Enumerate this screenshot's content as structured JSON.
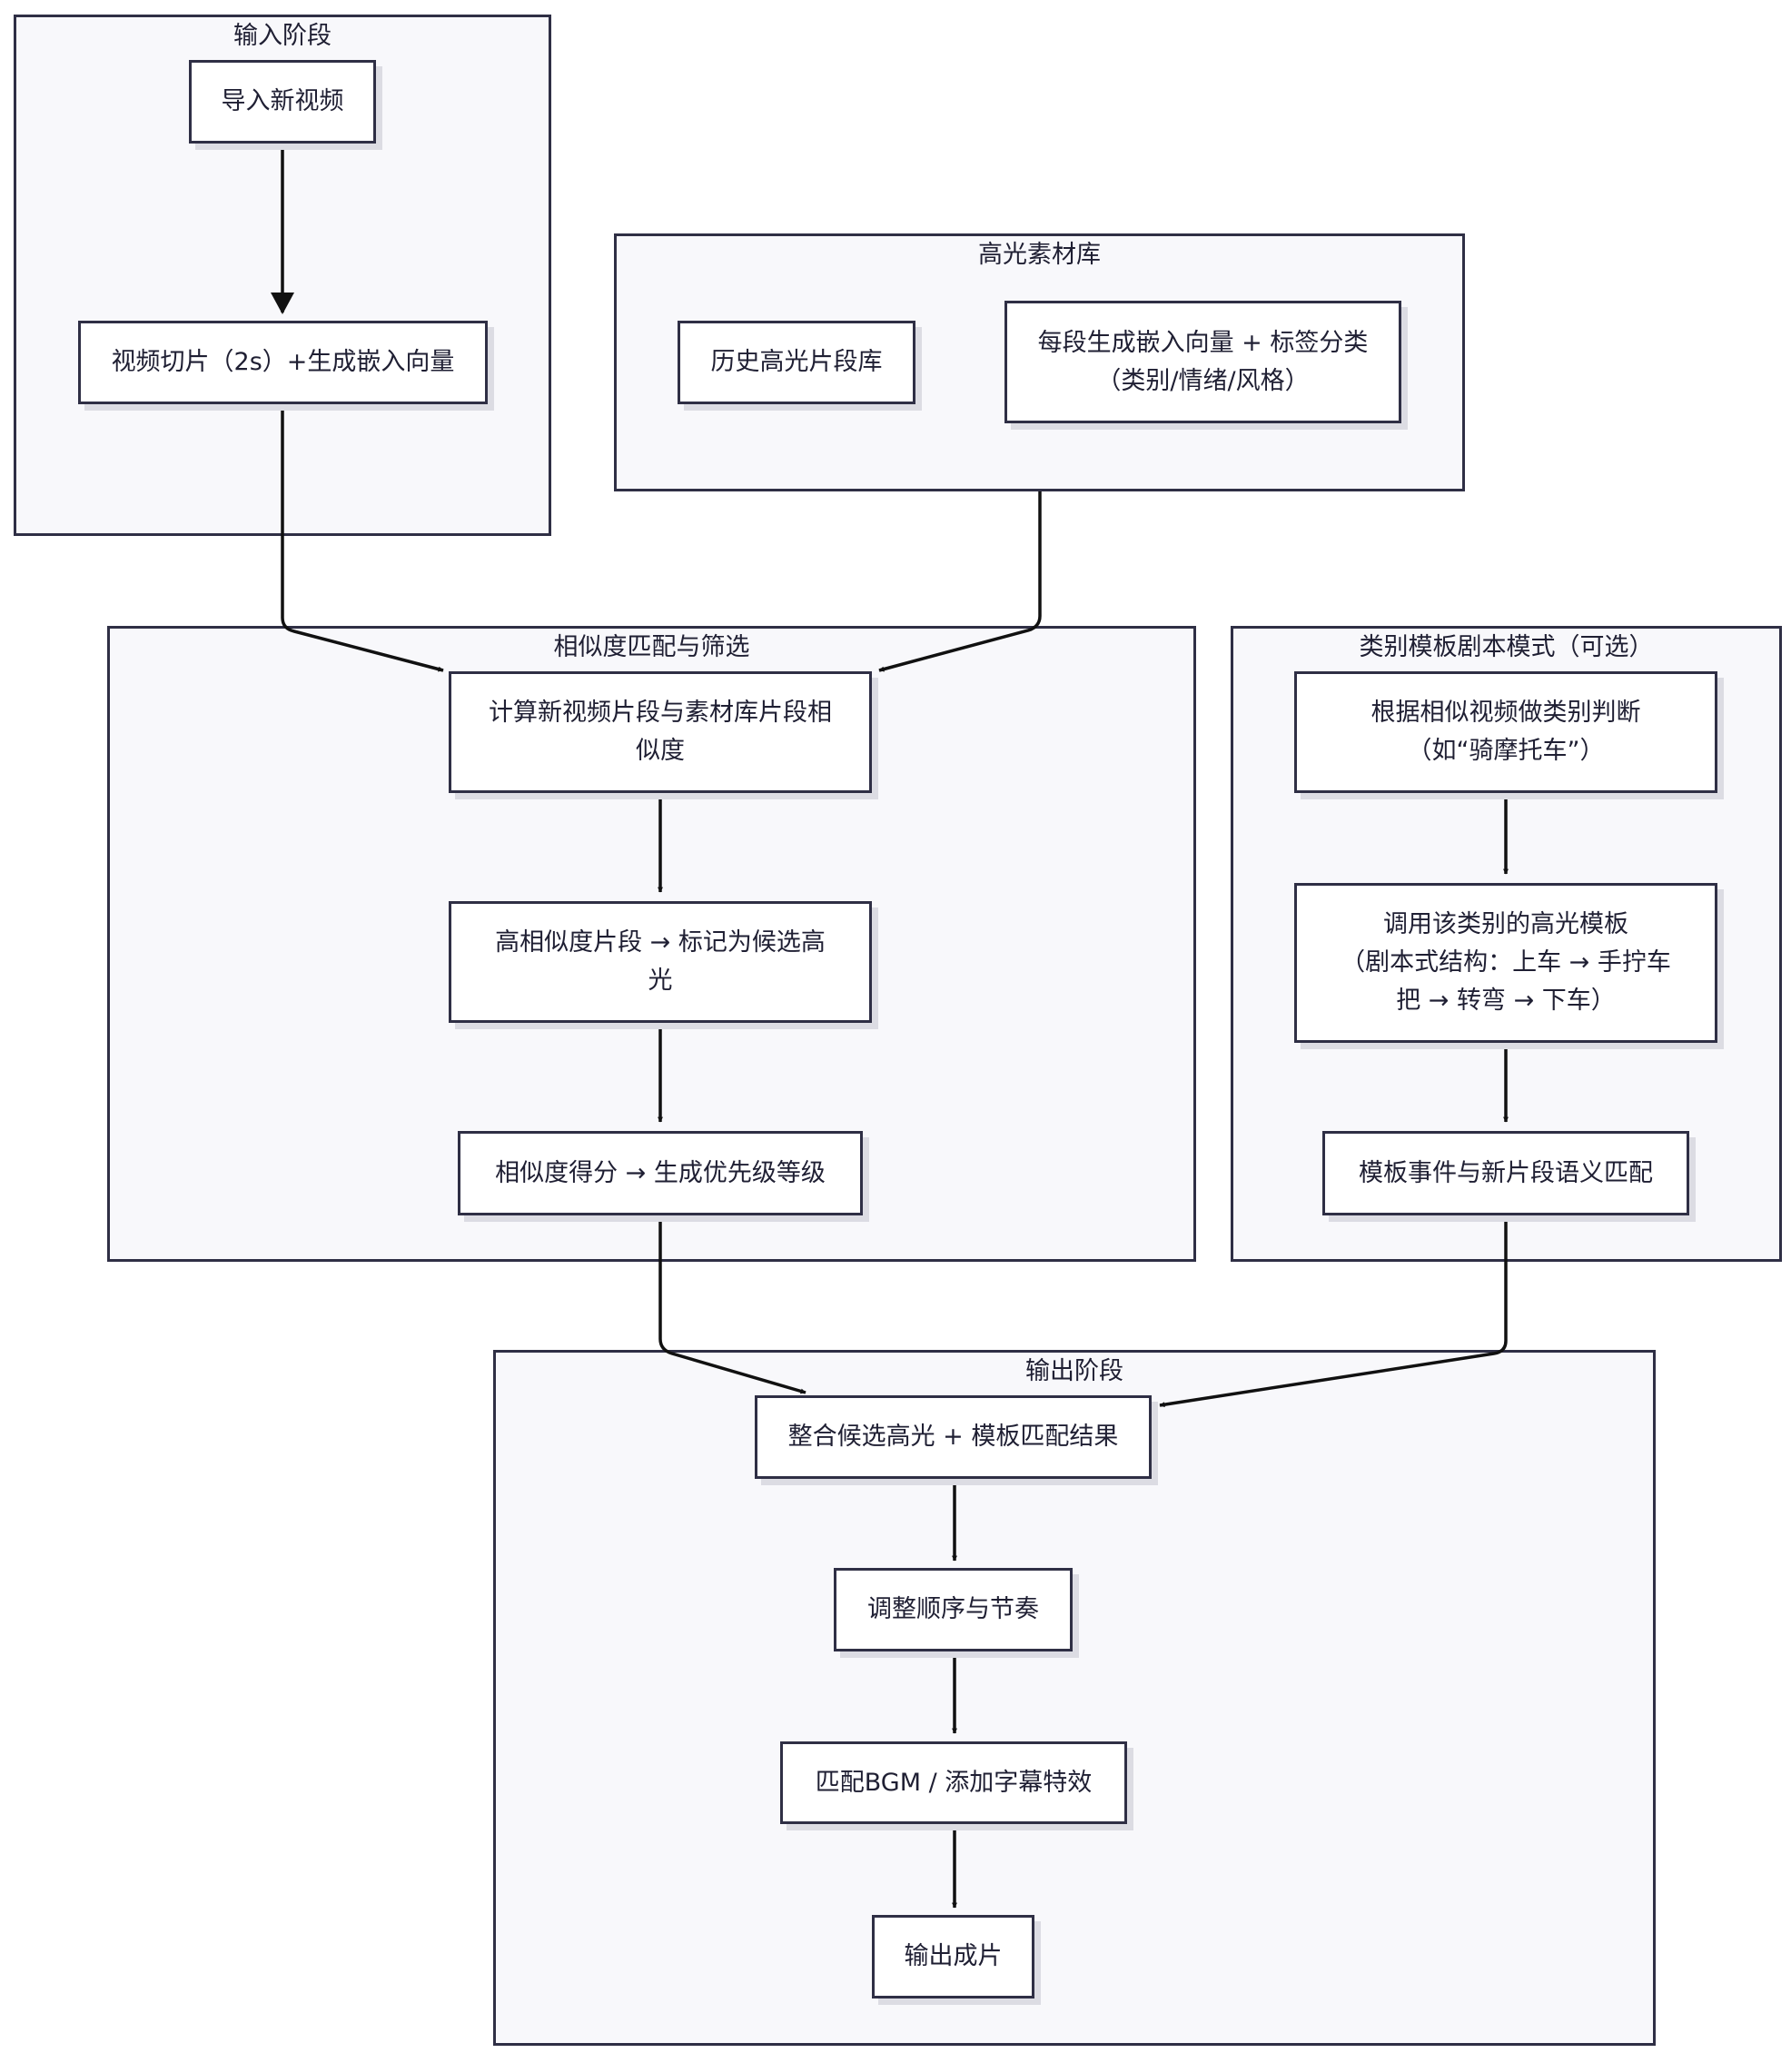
{
  "groups": {
    "input": {
      "title": "输入阶段"
    },
    "library": {
      "title": "高光素材库"
    },
    "similarity": {
      "title": "相似度匹配与筛选"
    },
    "template": {
      "title": "类别模板剧本模式（可选）"
    },
    "output": {
      "title": "输出阶段"
    }
  },
  "nodes": {
    "import_video": {
      "line1": "导入新视频"
    },
    "slice_video": {
      "line1": "视频切片（2s）+生成嵌入向量"
    },
    "history_library": {
      "line1": "历史高光片段库"
    },
    "embed_tag": {
      "line1": "每段生成嵌入向量 + 标签分类",
      "line2": "（类别/情绪/风格）"
    },
    "compute_similarity": {
      "line1": "计算新视频片段与素材库片段相",
      "line2": "似度"
    },
    "high_similarity": {
      "line1": "高相似度片段 → 标记为候选高",
      "line2": "光"
    },
    "similarity_score": {
      "line1": "相似度得分 → 生成优先级等级"
    },
    "category_judge": {
      "line1": "根据相似视频做类别判断",
      "line2": "（如“骑摩托车”）"
    },
    "call_template": {
      "line1": "调用该类别的高光模板",
      "line2": "（剧本式结构：上车 → 手拧车",
      "line3": "把 → 转弯 → 下车）"
    },
    "template_match": {
      "line1": "模板事件与新片段语义匹配"
    },
    "merge_results": {
      "line1": "整合候选高光 + 模板匹配结果"
    },
    "adjust_order": {
      "line1": "调整顺序与节奏"
    },
    "match_bgm": {
      "line1": "匹配BGM / 添加字幕特效"
    },
    "output_video": {
      "line1": "输出成片"
    }
  }
}
